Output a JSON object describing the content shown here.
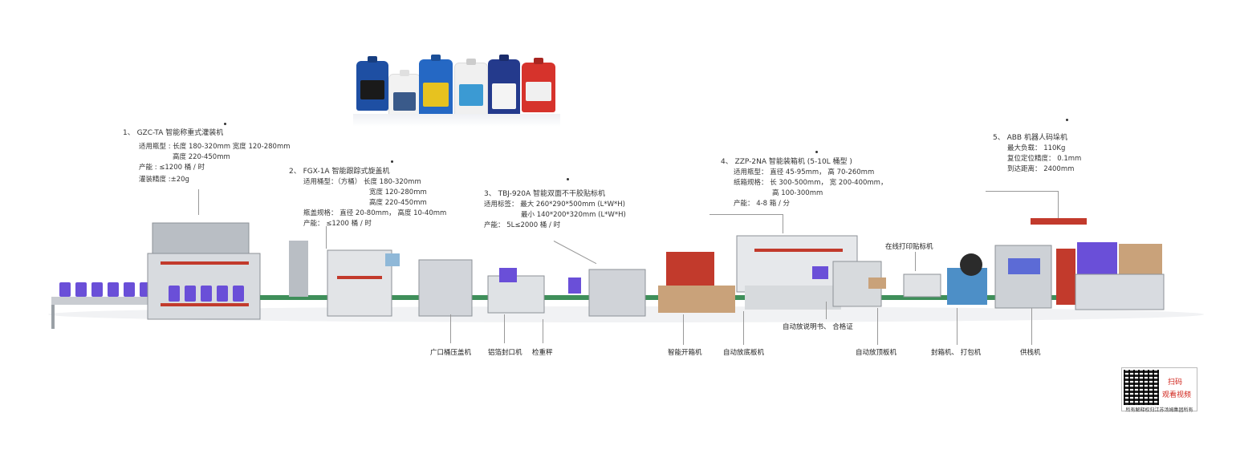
{
  "specs": {
    "m1": {
      "title": "1、  GZC-TA 智能称重式灌装机",
      "lines": [
        "适用瓶型 : 长度 180-320mm    宽度 120-280mm",
        "高度 220-450mm",
        "产能 : ≤1200 桶 / 时",
        "灌装精度 :±20g"
      ]
    },
    "m2": {
      "title": "2、  FGX-1A 智能跟踪式旋盖机",
      "lines": [
        "适用桶型：（方桶）  长度 180-320mm",
        "宽度 120-280mm",
        "高度 220-450mm",
        "瓶盖规格：  直径 20-80mm，  高度 10-40mm",
        "产能：  ≤1200 桶 / 时"
      ]
    },
    "m3": {
      "title": "3、  TBJ-920A 智能双面不干胶贴标机",
      "lines": [
        "适用标签：  最大 260*290*500mm   (L*W*H)",
        "最小 140*200*320mm   (L*W*H)",
        "产能：  5L≤2000 桶 / 时"
      ]
    },
    "m4": {
      "title": "4、  ZZP-2NA 智能装箱机 (5-10L 桶型 )",
      "lines": [
        "适用瓶型：  直径 45-95mm，  高 70-260mm",
        "纸箱规格：  长 300-500mm，  宽 200-400mm，",
        "高 100-300mm",
        "产能：  4-8 箱 / 分"
      ]
    },
    "m5": {
      "title": "5、  ABB 机器人码垛机",
      "lines": [
        "最大负载：  110Kg",
        "复位定位精度：  0.1mm",
        "到达距离：  2400mm"
      ]
    }
  },
  "labels": {
    "wide_capper": "广口桶压盖机",
    "foil_sealer": "铝箔封口机",
    "checkweigher": "检重秤",
    "case_erector": "智能开箱机",
    "bottom_board": "自动放底板机",
    "manual_insert": "自动放说明书、  合格证",
    "top_board": "自动放顶板机",
    "online_labeler": "在线打印贴标机",
    "sealer_strapper": "封箱机、  打包机",
    "pallet_supply": "供栈机"
  },
  "qr": {
    "scan": "扫码",
    "watch": "观看视频",
    "copyright": "所有解释权归江苏汤姆集团所有"
  },
  "colors": {
    "accent_red": "#d0241b",
    "machine_gray": "#b9bec4",
    "conveyor_green": "#3f8f5a",
    "bucket_purple": "#6a4fd8",
    "robot_red": "#c23a2c",
    "carton_brown": "#c9a27a"
  }
}
